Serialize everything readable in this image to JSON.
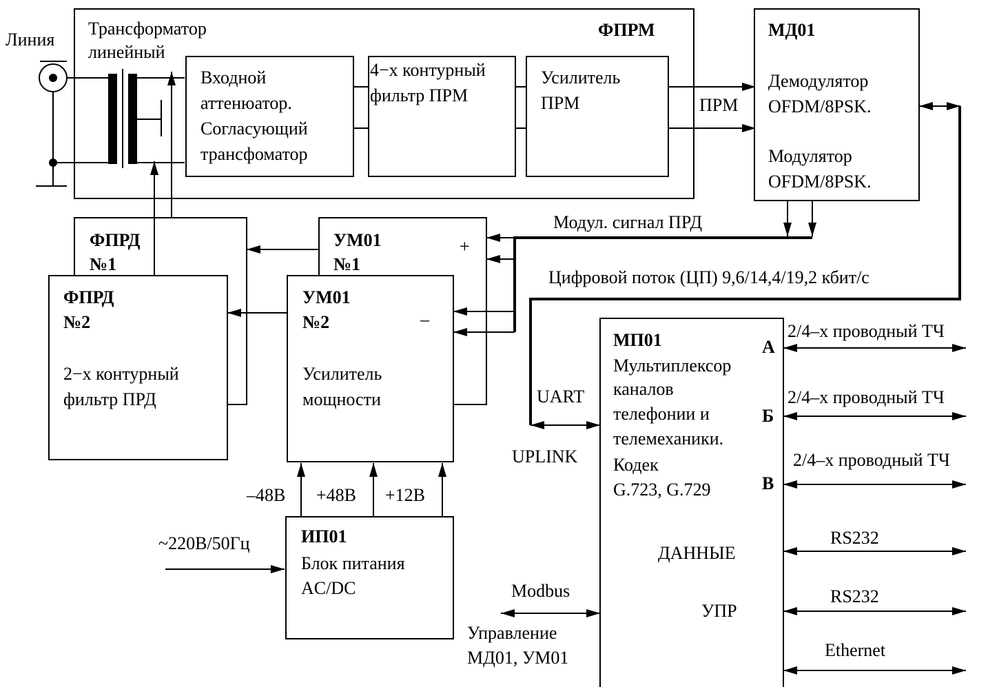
{
  "line": {
    "label": "Линия"
  },
  "transformer": {
    "label1": "Трансформатор",
    "label2": "линейный"
  },
  "fprm": {
    "title": "ФПРМ",
    "attenuator": [
      "Входной",
      "аттенюатор.",
      "Согласующий",
      "трансфоматор"
    ],
    "filter": [
      "4−х контурный",
      "фильтр ПРМ"
    ],
    "amplifier": [
      "Усилитель",
      "ПРМ"
    ]
  },
  "prm_label": "ПРМ",
  "md01": {
    "title": "МД01",
    "demod": [
      "Демодулятор",
      "OFDM/8PSK."
    ],
    "mod": [
      "Модулятор",
      "OFDM/8PSK."
    ]
  },
  "mod_signal_label": "Модул. сигнал ПРД",
  "digital_stream_label": "Цифровой поток (ЦП) 9,6/14,4/19,2 кбит/с",
  "fprd1": {
    "title1": "ФПРД",
    "title2": "№1"
  },
  "fprd2": {
    "title1": "ФПРД",
    "title2": "№2",
    "desc": [
      "2−х контурный",
      "фильтр ПРД"
    ]
  },
  "um01_1": {
    "title1": "УМ01",
    "title2": "№1",
    "plus": "+"
  },
  "um01_2": {
    "title1": "УМ01",
    "title2": "№2",
    "minus": "–",
    "desc": [
      "Усилитель",
      "мощности"
    ]
  },
  "power_supply": {
    "title": "ИП01",
    "desc": [
      "Блок питания",
      "AC/DC"
    ],
    "input": "~220В/50Гц",
    "outputs": [
      "–48В",
      "+48В",
      "+12В"
    ]
  },
  "mp01": {
    "title": "МП01",
    "desc": [
      "Мультиплексор",
      "каналов",
      "телефонии и",
      "телемеханики.",
      "Кодек",
      "G.723, G.729"
    ],
    "ports": [
      {
        "letter": "А",
        "label": "2/4–х проводный ТЧ"
      },
      {
        "letter": "Б",
        "label": "2/4–х проводный ТЧ"
      },
      {
        "letter": "В",
        "label": "2/4–х проводный ТЧ"
      }
    ],
    "data_label": "ДАННЫЕ",
    "upr_label": "УПР",
    "rs232_1": "RS232",
    "rs232_2": "RS232",
    "ethernet": "Ethernet"
  },
  "uart": "UART",
  "uplink": "UPLINK",
  "modbus": "Modbus",
  "control": [
    "Управление",
    "МД01, УМ01"
  ]
}
